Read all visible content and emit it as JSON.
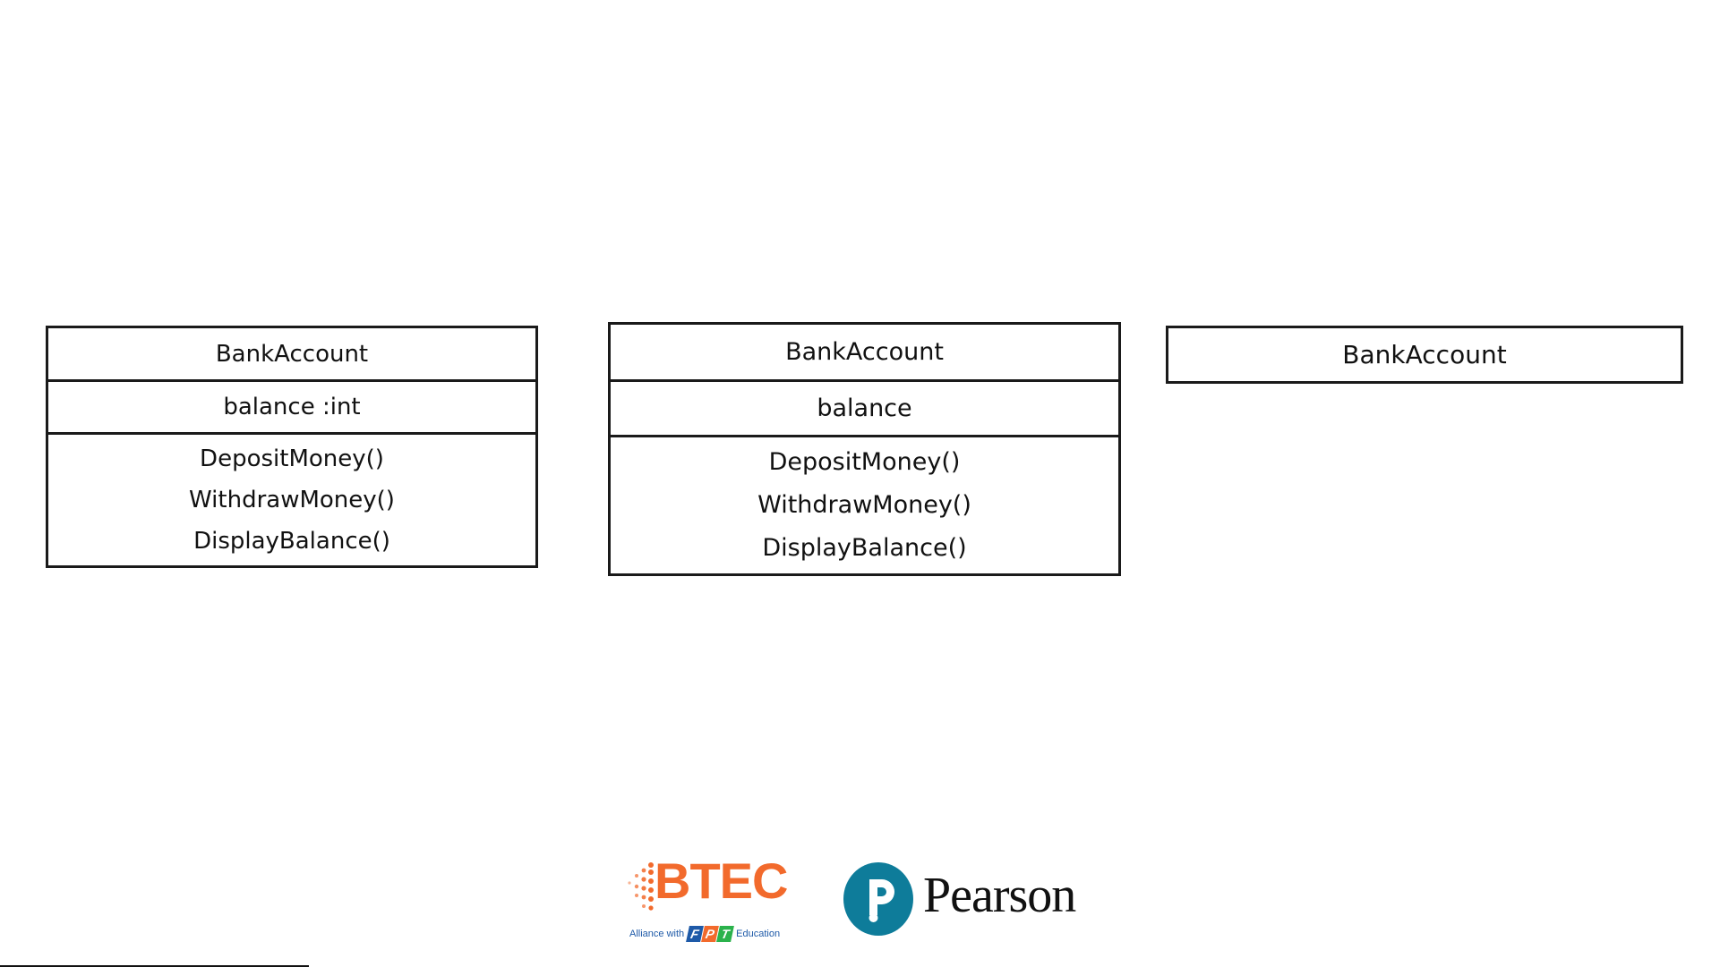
{
  "diagrams": [
    {
      "class_name": "BankAccount",
      "attributes": [
        "balance :int"
      ],
      "methods": [
        "DepositMoney()",
        "WithdrawMoney()",
        "DisplayBalance()"
      ]
    },
    {
      "class_name": "BankAccount",
      "attributes": [
        "balance"
      ],
      "methods": [
        "DepositMoney()",
        "WithdrawMoney()",
        "DisplayBalance()"
      ]
    },
    {
      "class_name": "BankAccount"
    }
  ],
  "logos": {
    "btec": {
      "name": "BTEC",
      "alliance_prefix": "Alliance with",
      "fpt_letters": [
        "F",
        "P",
        "T"
      ],
      "alliance_suffix": "Education",
      "colors": {
        "btec_orange": "#f26a2c",
        "fpt_blue": "#1e5aa8",
        "fpt_orange": "#f26a2c",
        "fpt_green": "#2bb24c"
      }
    },
    "pearson": {
      "name": "Pearson",
      "mark_letter": "P",
      "mark_color": "#0e7c9a"
    }
  }
}
